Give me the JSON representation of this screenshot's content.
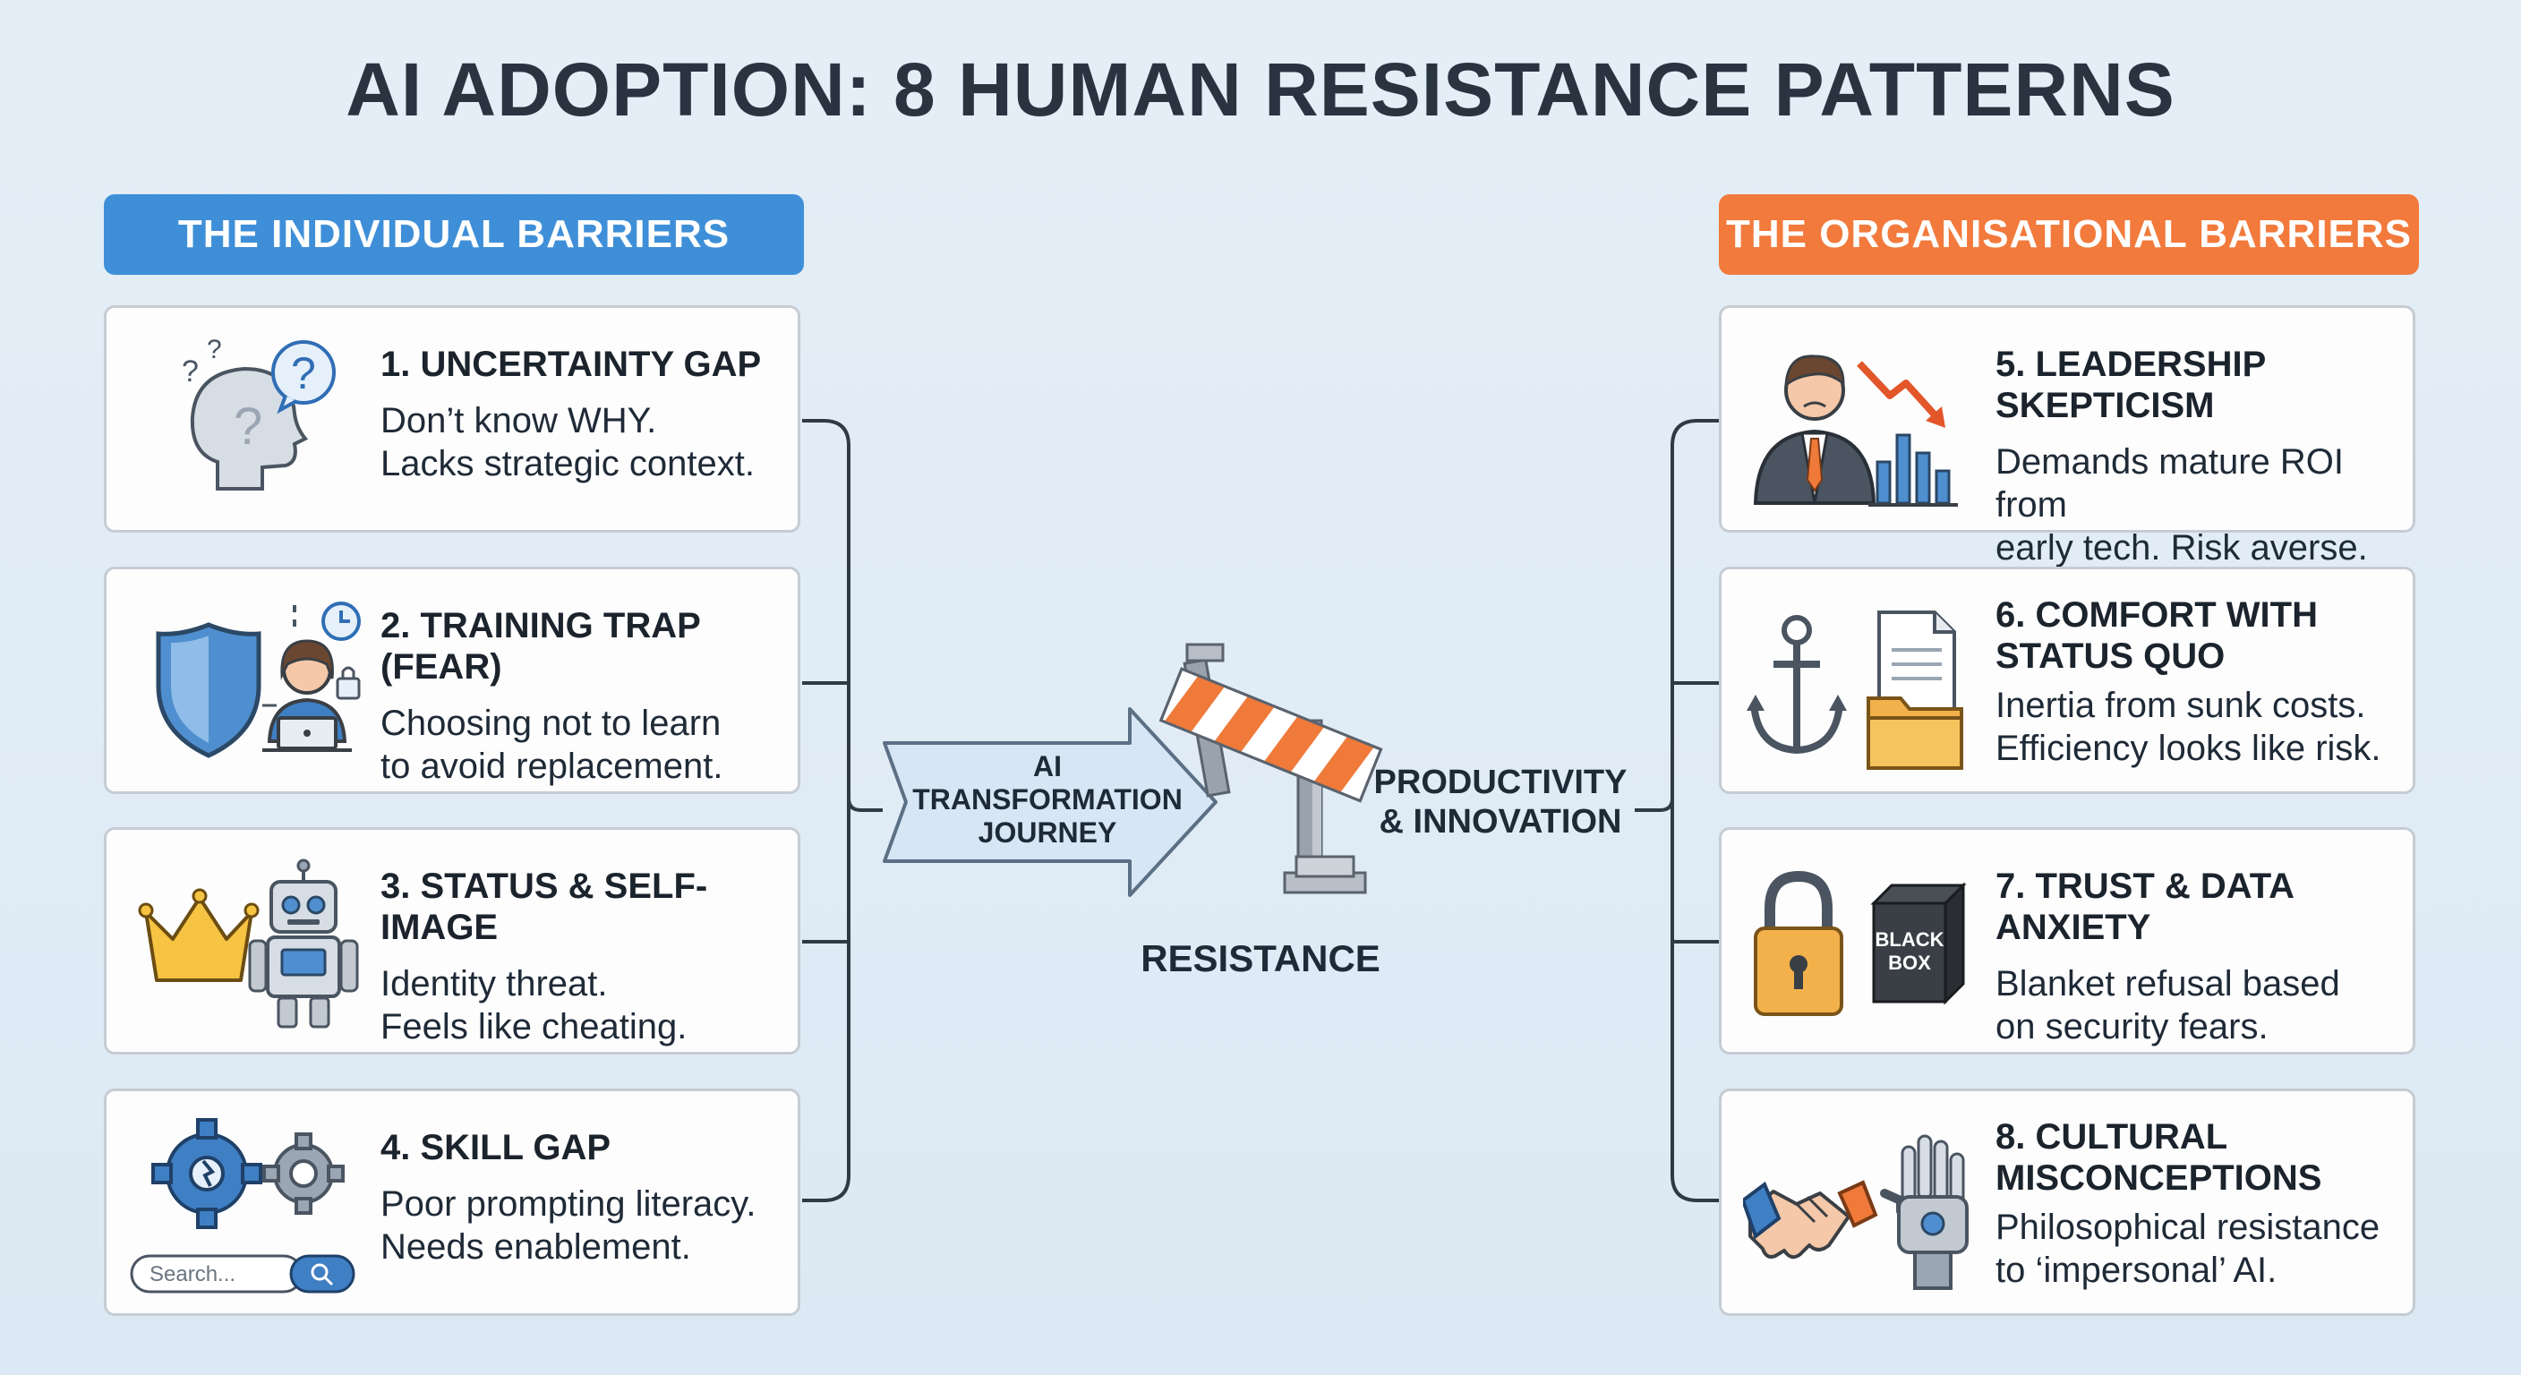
{
  "title": "AI ADOPTION: 8 HUMAN RESISTANCE PATTERNS",
  "banners": {
    "individual": "THE INDIVIDUAL BARRIERS",
    "organisational": "THE ORGANISATIONAL BARRIERS"
  },
  "individual": [
    {
      "heading": "1. UNCERTAINTY GAP",
      "line1": "Don’t know WHY.",
      "line2": "Lacks strategic context.",
      "icon": "confused-head-icon"
    },
    {
      "heading": "2. TRAINING TRAP (FEAR)",
      "line1": "Choosing not to learn",
      "line2": "to avoid replacement.",
      "icon": "shield-worker-icon"
    },
    {
      "heading": "3. STATUS & SELF-IMAGE",
      "line1": "Identity threat.",
      "line2": "Feels like cheating.",
      "icon": "crown-robot-icon"
    },
    {
      "heading": "4. SKILL GAP",
      "line1": "Poor prompting literacy.",
      "line2": "Needs enablement.",
      "icon": "gears-search-icon",
      "search_placeholder": "Search..."
    }
  ],
  "organisational": [
    {
      "heading": "5. LEADERSHIP SKEPTICISM",
      "line1": "Demands mature ROI from",
      "line2": "early tech. Risk averse.",
      "icon": "executive-decline-icon"
    },
    {
      "heading": "6. COMFORT WITH",
      "heading2": "STATUS QUO",
      "line1": "Inertia from sunk costs.",
      "line2": "Efficiency looks like risk.",
      "icon": "anchor-documents-icon"
    },
    {
      "heading": "7. TRUST & DATA ANXIETY",
      "line1": "Blanket refusal based",
      "line2": "on security fears.",
      "icon": "lock-blackbox-icon",
      "box_label_1": "BLACK",
      "box_label_2": "BOX"
    },
    {
      "heading": "8. CULTURAL",
      "heading2": "MISCONCEPTIONS",
      "line1": "Philosophical resistance",
      "line2": "to ‘impersonal’ AI.",
      "icon": "handshake-robot-hand-icon"
    }
  ],
  "center": {
    "arrow_line1": "AI",
    "arrow_line2": "TRANSFORMATION",
    "arrow_line3": "JOURNEY",
    "barrier_label": "RESISTANCE",
    "goal_line1": "PRODUCTIVITY",
    "goal_line2": "& INNOVATION"
  },
  "colors": {
    "individual_accent": "#3f8fd8",
    "organisational_accent": "#f27a3c",
    "connector": "#2f3a45"
  }
}
